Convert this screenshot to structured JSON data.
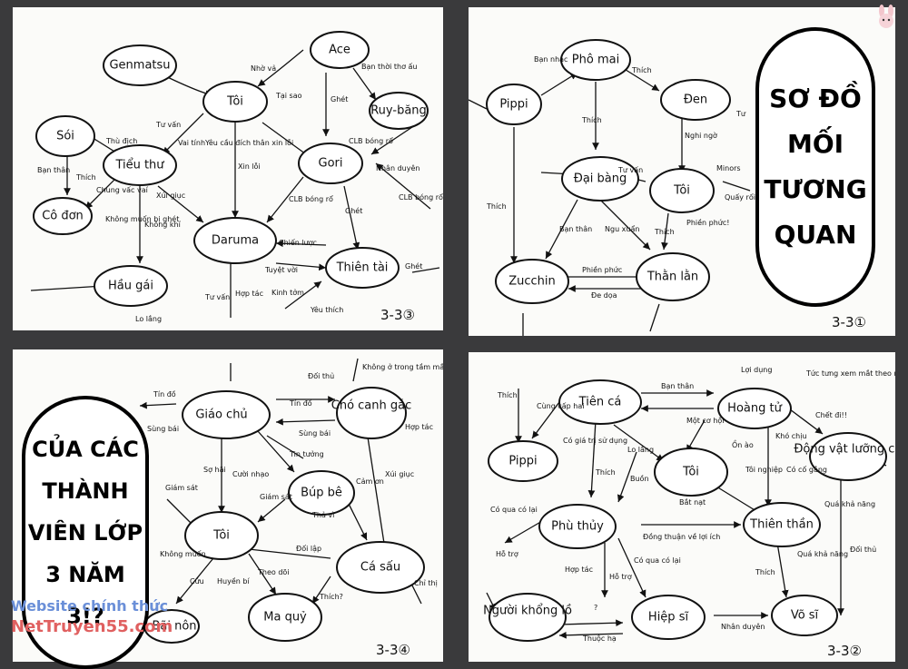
{
  "panel1": {
    "page": "3-3③",
    "nodes": [
      "Genmatsu",
      "Ace",
      "Tôi",
      "Ruy-băng",
      "Sói",
      "Tiểu thư",
      "Gori",
      "Cô đơn",
      "Daruma",
      "Thiên tài",
      "Hầu gái"
    ],
    "labels": [
      "Nhờ vả",
      "Tại sao",
      "Ghét",
      "Bạn thời thơ ấu",
      "Tư vấn",
      "Thù địch",
      "Vai tính",
      "Yêu cầu đích thân xin lỗi",
      "Xin lỗi",
      "CLB bóng rổ",
      "Nhân duyên",
      "Bạn thân",
      "Thích",
      "Chung vấc vaí",
      "Xúi giục",
      "Không muốn bị ghét",
      "Không khí",
      "CLB bóng rổ",
      "Ghét",
      "CLB bóng rổ",
      "Chiến lược",
      "Tuyệt vời",
      "Ghét",
      "Tư vấn",
      "Hợp tác",
      "Kinh tởm",
      "Yêu thích",
      "Lo lắng"
    ]
  },
  "panel2": {
    "page": "3-3①",
    "nodes": [
      "Phô mai",
      "Pippi",
      "Đen",
      "Đại bàng",
      "Tôi",
      "Zucchin",
      "Thằn lằn"
    ],
    "labels": [
      "Bạn nhạc",
      "Thích",
      "Thích",
      "Tư",
      "Nghi ngờ",
      "Tư vấn",
      "Minors",
      "Quấy rối",
      "Thích",
      "Bạn thân",
      "Ngu xuẩn",
      "Thích",
      "Phiền phức!",
      "Phiền phức",
      "Đe dọa"
    ]
  },
  "panel3": {
    "page": "3-3④",
    "nodes": [
      "Giáo chủ",
      "Chó canh gác",
      "Búp bê",
      "Tôi",
      "Cá sấu",
      "Ma quỷ",
      "Bãi nôn"
    ],
    "labels": [
      "Đối thủ",
      "Không ở trong tầm mắt",
      "Tín đồ",
      "Tín đồ",
      "Sùng bái",
      "Sùng bái",
      "Hợp tác",
      "Tin tưởng",
      "Sợ hãi",
      "Cười nhạo",
      "Giám sát",
      "Giám sát",
      "Cảm ơn",
      "Xúi giục",
      "Không muốn",
      "Thả vì",
      "Đối lập",
      "Cứu",
      "Huyền bí",
      "Theo dõi",
      "Thích?",
      "Chỉ thị"
    ]
  },
  "panel4": {
    "page": "3-3②",
    "nodes": [
      "Tiên cá",
      "Hoàng tử",
      "Pippi",
      "Tôi",
      "Động vật lưỡng cư",
      "Phù thủy",
      "Thiên thần",
      "Người khổng lồ",
      "Hiệp sĩ",
      "Võ sĩ"
    ],
    "labels": [
      "Thích",
      "Cùng cấp hai",
      "Bạn thân",
      "Lợi dụng",
      "Tức tưng xem mắt theo nhóm",
      "Chết đi!!",
      "Một cơ hội",
      "Ồn ào",
      "Khó chịu",
      "Có giá trị sử dụng",
      "Lo lắng",
      "Thích",
      "Buồn",
      "Tôi nghiệp",
      "Có cố gắng",
      "Bắt nạt",
      "Có qua có lại",
      "Hỗ trợ",
      "Đồng thuận về lợi ích",
      "Quá khả năng",
      "Quá khả năng",
      "Có qua có lại",
      "Hợp tác",
      "Hỗ trợ",
      "Thích",
      "Đối thủ",
      "?",
      "Thuộc hạ",
      "Nhân duyên"
    ]
  },
  "bubble1": [
    "SƠ ĐỒ",
    "MỐI",
    "TƯƠNG",
    "QUAN"
  ],
  "bubble2": [
    "CỦA CÁC",
    "THÀNH",
    "VIÊN LỚP",
    "3 NĂM",
    "3!?"
  ],
  "watermark": {
    "line1": "Website chính thức",
    "line2": "NetTruyen55.com"
  }
}
